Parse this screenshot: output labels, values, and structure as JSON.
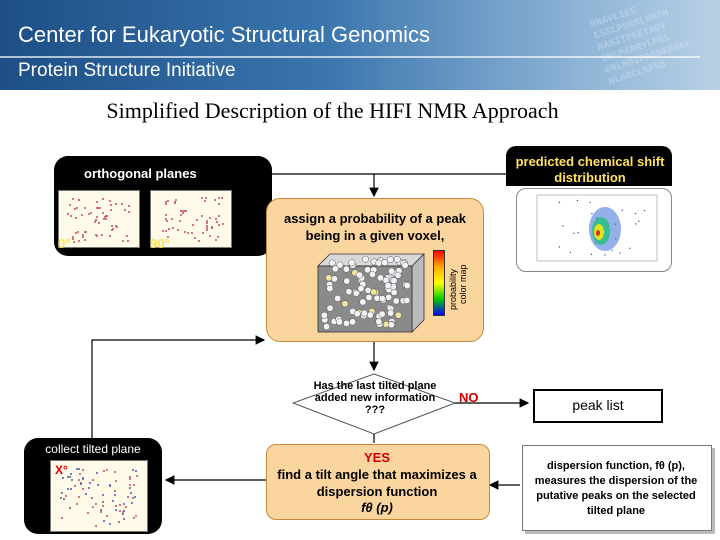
{
  "header": {
    "title": "Center for Eukaryotic Structural Genomics",
    "subtitle": "Protein Structure Initiative",
    "background_sequence": [
      "RNAVLIEE",
      "ESSLPSRRLNNTH",
      "NASITPEETADY",
      "SNLPARRYLPEL",
      "GNLHGIPAGNKEGKL",
      "NLAGCLKFSS"
    ]
  },
  "title": "Simplified Description of the HIFI NMR Approach",
  "orthogonal_planes": {
    "label": "orthogonal planes",
    "angle_left": "0°",
    "angle_right": "90°"
  },
  "predicted": {
    "label": "predicted chemical shift distribution"
  },
  "probability": {
    "text": "assign a probability of a peak being in a given voxel,",
    "colormap_label_line1": "probability",
    "colormap_label_line2": "color map"
  },
  "decision": {
    "text": "Has the last tilted plane added new information ???",
    "no_label": "NO",
    "yes_label": "YES"
  },
  "peak_list": {
    "label": "peak list"
  },
  "collect": {
    "label": "collect tilted plane",
    "angle": "X°"
  },
  "tilt": {
    "text": "find a tilt angle that maximizes a dispersion function",
    "function": "fθ (p)"
  },
  "dispersion": {
    "text": "dispersion function, fθ (p), measures the dispersion of the putative peaks on the selected tilted plane"
  },
  "colors": {
    "banner_dark": "#1d4f86",
    "orange_box": "#fbd59e",
    "yellow_label": "#ffe15a",
    "red_label": "#cc0000"
  }
}
